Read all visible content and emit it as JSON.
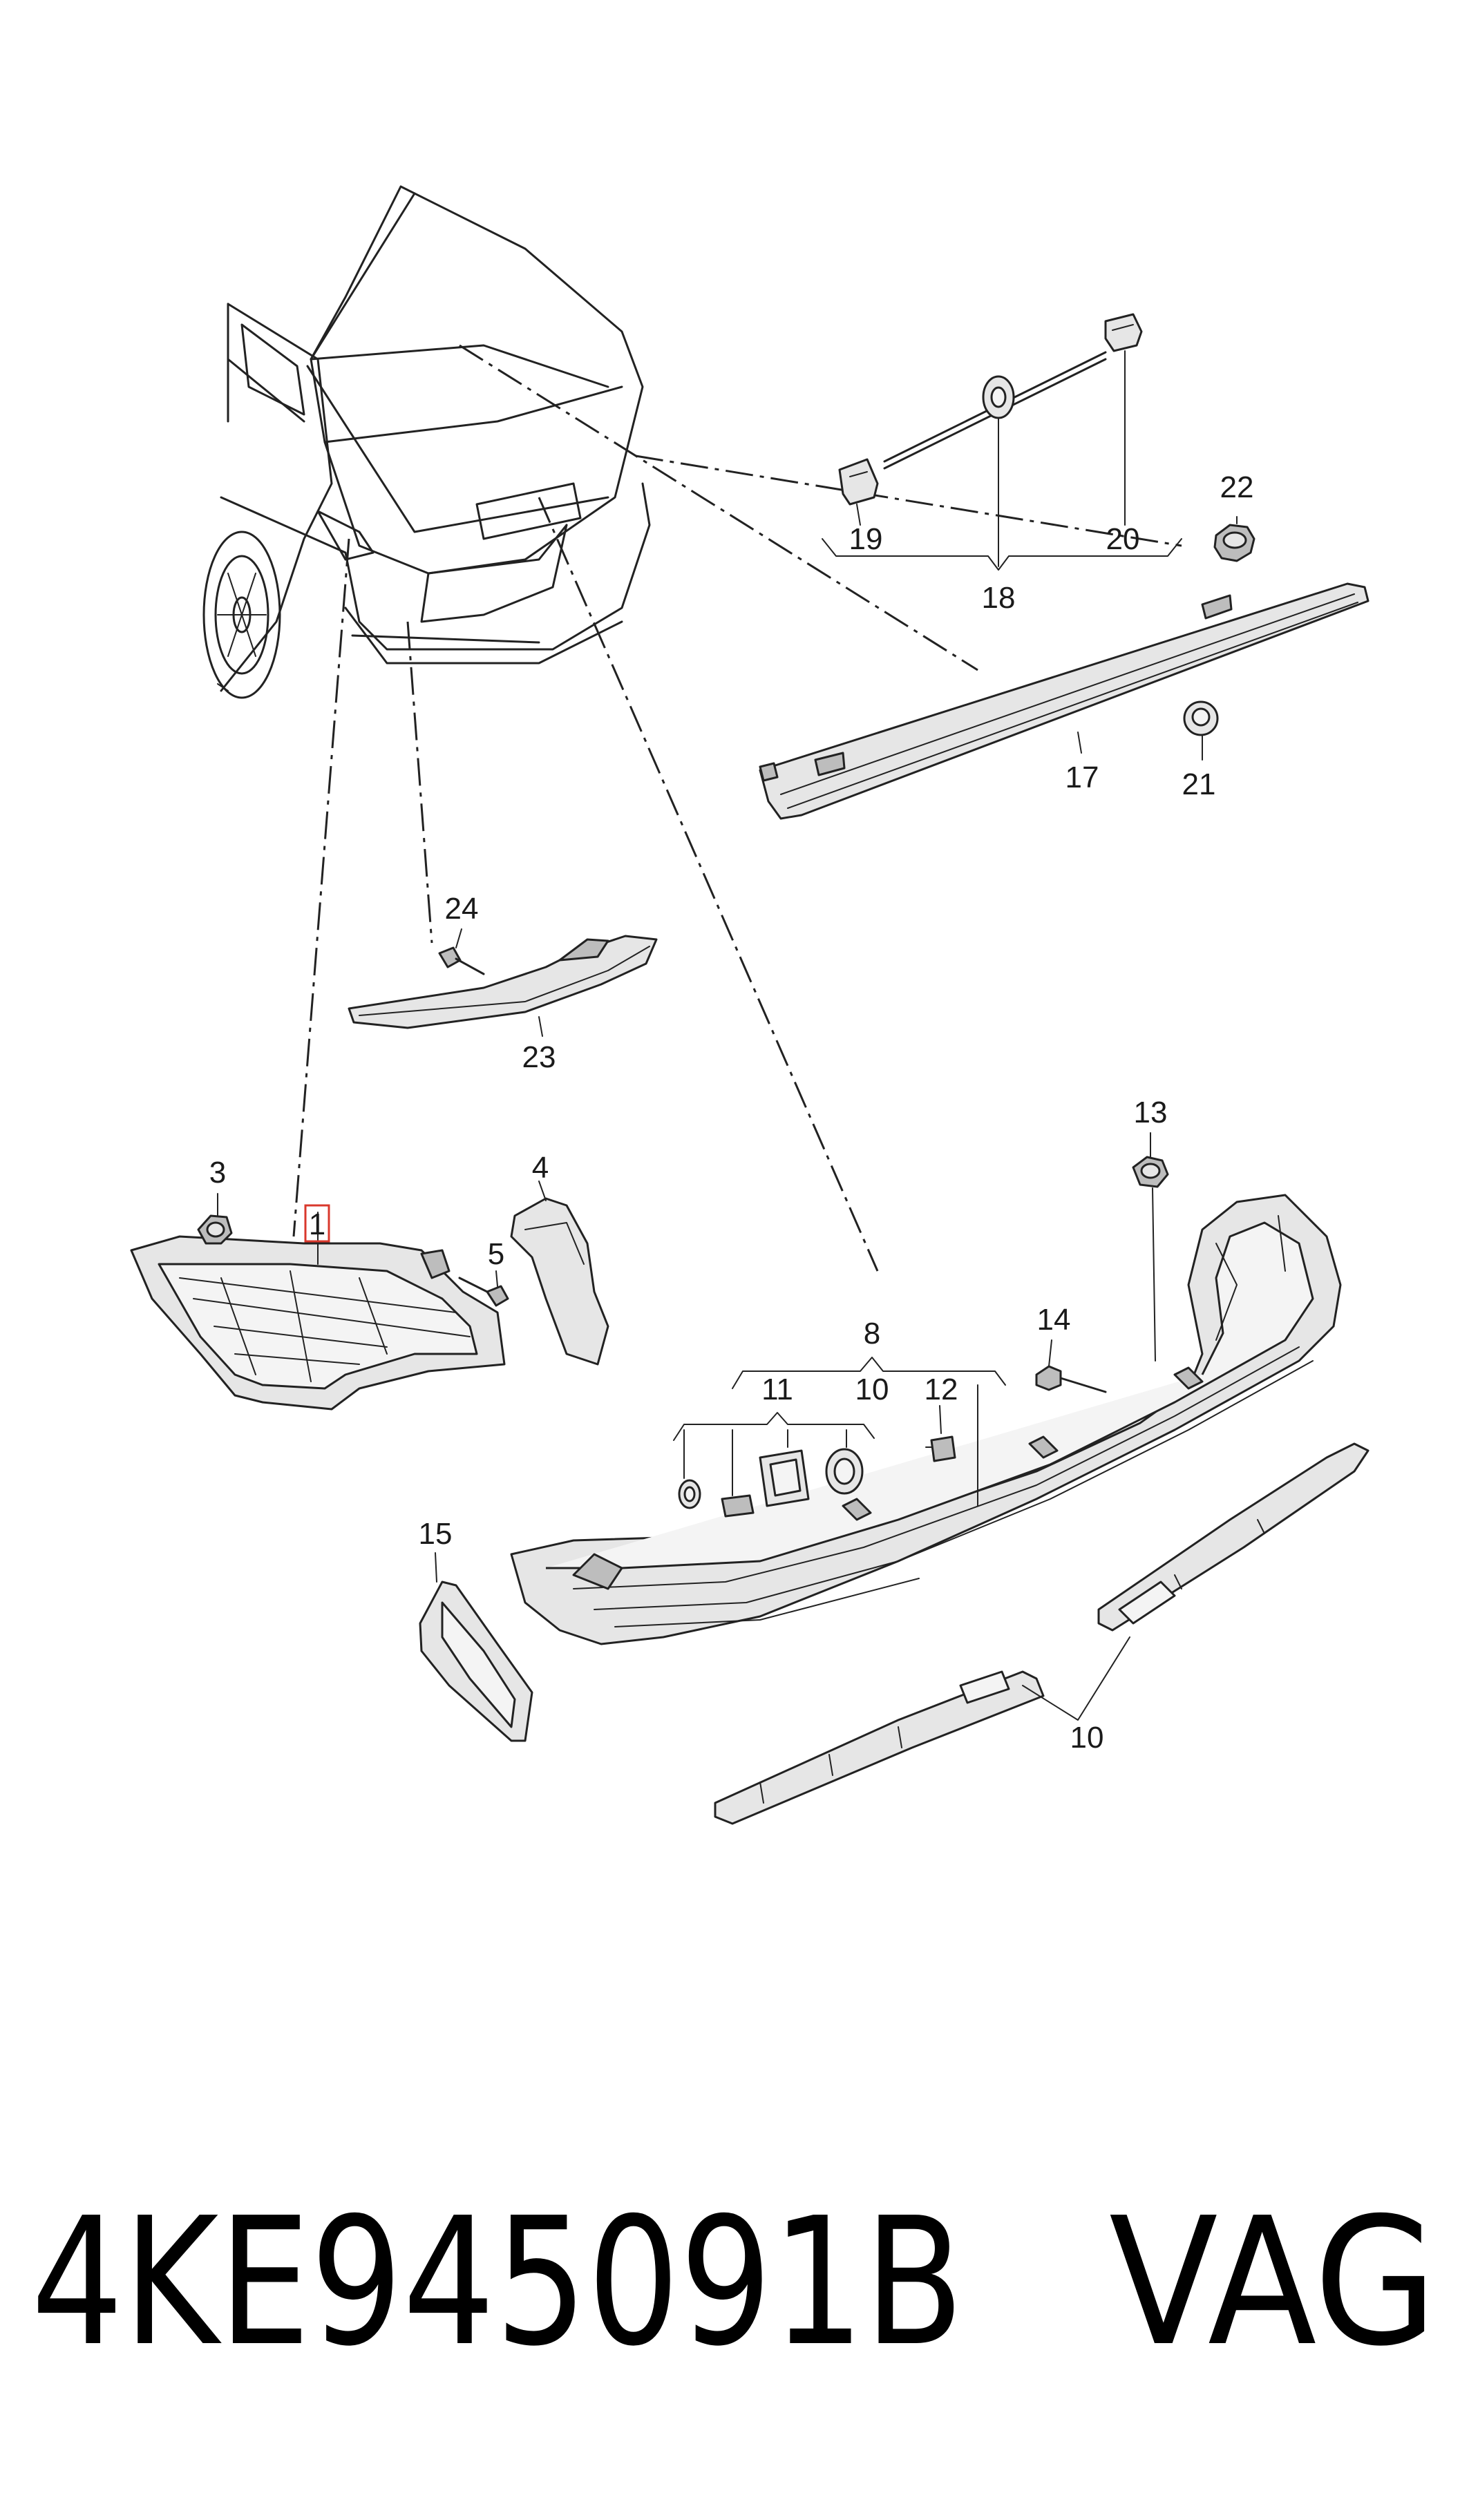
{
  "callouts": {
    "c1": "1",
    "c3": "3",
    "c4": "4",
    "c5": "5",
    "c8": "8",
    "c10a": "10",
    "c10b": "10",
    "c11": "11",
    "c12": "12",
    "c13": "13",
    "c14": "14",
    "c15": "15",
    "c17": "17",
    "c18": "18",
    "c19": "19",
    "c20": "20",
    "c21": "21",
    "c22": "22",
    "c23": "23",
    "c24": "24"
  },
  "highlighted_callout": "1",
  "footer": {
    "part_number": "4KE945091B",
    "brand": "VAG"
  },
  "colors": {
    "line": "#222222",
    "highlight": "#d9382c",
    "part_fill": "#e6e6e6"
  }
}
